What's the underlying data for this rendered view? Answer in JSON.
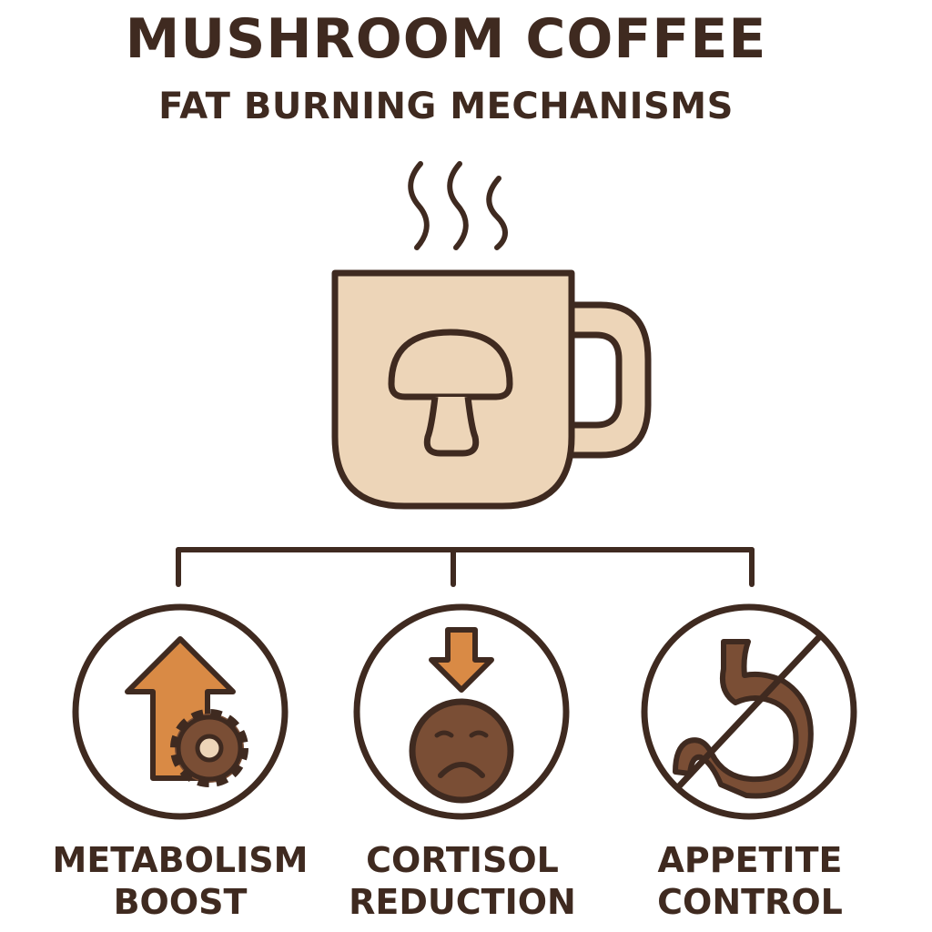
{
  "header": {
    "title": "MUSHROOM COFFEE",
    "subtitle": "FAT BURNING MECHANISMS"
  },
  "colors": {
    "outline": "#3f2a20",
    "mug_fill": "#edd5b8",
    "accent_orange": "#d98a45",
    "brown": "#7a4e35",
    "background": "#ffffff"
  },
  "mug": {
    "icon": "mushroom-coffee-mug-icon"
  },
  "benefits": [
    {
      "icon": "metabolism-boost-icon",
      "line1": "METABOLISM",
      "line2": "BOOST"
    },
    {
      "icon": "cortisol-reduction-icon",
      "line1": "CORTISOL",
      "line2": "REDUCTION"
    },
    {
      "icon": "appetite-control-icon",
      "line1": "APPETITE",
      "line2": "CONTROL"
    }
  ]
}
